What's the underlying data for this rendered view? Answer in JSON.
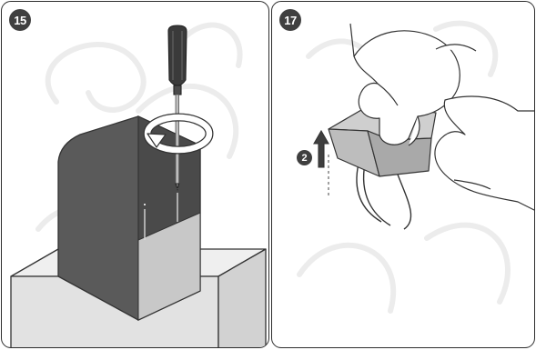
{
  "steps": {
    "left": {
      "number": "15",
      "icons": [
        "screwdriver-icon",
        "rotate-arrow-icon"
      ]
    },
    "right": {
      "number": "17",
      "substep": "2",
      "icons": [
        "hand-icon",
        "up-arrow-icon"
      ]
    }
  },
  "colors": {
    "border": "#2d2d2d",
    "badge": "#3f3f3f",
    "device_body": "#5b5b5b",
    "device_panel": "#c9c9c9",
    "pedestal": "#e6e6e6",
    "watermark": "#ececec"
  }
}
